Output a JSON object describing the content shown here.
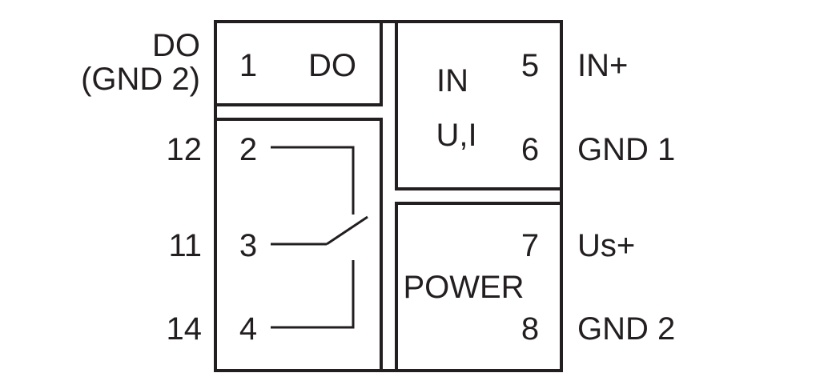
{
  "terminals": {
    "left": {
      "do_line1": "DO",
      "do_line2": "(GND 2)",
      "t12": "12",
      "t11": "11",
      "t14": "14"
    },
    "right": {
      "in_plus": "IN+",
      "gnd1": "GND 1",
      "us_plus": "Us+",
      "gnd2": "GND 2"
    }
  },
  "blocks": {
    "do_block": {
      "pin": "1",
      "label": "DO"
    },
    "relay_block": {
      "pins": [
        "2",
        "3",
        "4"
      ]
    },
    "input_block": {
      "label_line1": "IN",
      "label_line2": "U,I",
      "pins": [
        "5",
        "6"
      ]
    },
    "power_block": {
      "label": "POWER",
      "pins": [
        "7",
        "8"
      ]
    }
  },
  "colors": {
    "stroke": "#231f20",
    "background": "#ffffff"
  }
}
